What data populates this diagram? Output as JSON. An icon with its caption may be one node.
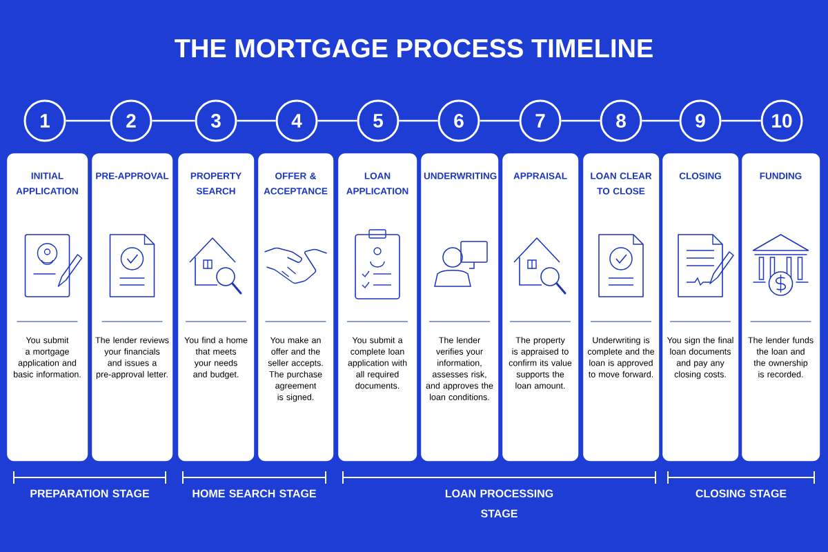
{
  "diagram": {
    "title": "THE MORTGAGE PROCESS TIMELINE",
    "nodes": [
      {
        "text": [
          "1"
        ]
      },
      {
        "text": [
          "2"
        ]
      },
      {
        "text": [
          "3"
        ]
      },
      {
        "text": [
          "4"
        ]
      },
      {
        "text": [
          "5"
        ]
      },
      {
        "text": [
          "6"
        ]
      },
      {
        "text": [
          "7"
        ]
      },
      {
        "text": [
          "8"
        ]
      },
      {
        "text": [
          "9"
        ]
      },
      {
        "text": [
          "10"
        ]
      },
      {
        "text": [
          "INITIAL APPLICATION",
          "You submit a mortgage application and basic information."
        ]
      },
      {
        "text": [
          "PRE-APPROVAL",
          "The lender reviews your financials and issues a pre-approval letter."
        ]
      },
      {
        "text": [
          "PROPERTY SEARCH",
          "You find a home that meets your needs and budget."
        ]
      },
      {
        "text": [
          "OFFER & ACCEPTANCE",
          "You make an offer and the seller accepts. The purchase agreement is signed."
        ]
      },
      {
        "text": [
          "LOAN APPLICATION",
          "You submit a complete loan application with all required documents."
        ]
      },
      {
        "text": [
          "UNDERWRITING",
          "The lender verifies your information, assesses risk, and approves the loan conditions."
        ]
      },
      {
        "text": [
          "APPRAISAL",
          "The property is appraised to confirm its value supports the loan amount."
        ]
      },
      {
        "text": [
          "LOAN CLEAR TO CLOSE",
          "Underwriting is complete and the loan is approved to move forward."
        ]
      },
      {
        "text": [
          "CLOSING",
          "You sign the final loan documents and pay any closing costs."
        ]
      },
      {
        "text": [
          "FUNDING",
          "The lender funds the loan and the ownership is recorded."
        ]
      }
    ],
    "edges": [
      {
        "from": 0,
        "to": 1,
        "arrow": "none"
      },
      {
        "from": 1,
        "to": 2,
        "arrow": "none"
      },
      {
        "from": 2,
        "to": 3,
        "arrow": "none"
      },
      {
        "from": 3,
        "to": 4,
        "arrow": "none"
      },
      {
        "from": 4,
        "to": 5,
        "arrow": "none"
      },
      {
        "from": 5,
        "to": 6,
        "arrow": "none"
      },
      {
        "from": 6,
        "to": 7,
        "arrow": "none"
      },
      {
        "from": 7,
        "to": 8,
        "arrow": "none"
      },
      {
        "from": 8,
        "to": 9,
        "arrow": "none"
      }
    ],
    "labels": [
      "PREPARATION STAGE",
      "HOME SEARCH STAGE",
      "LOAN PROCESSING STAGE",
      "CLOSING STAGE"
    ]
  }
}
